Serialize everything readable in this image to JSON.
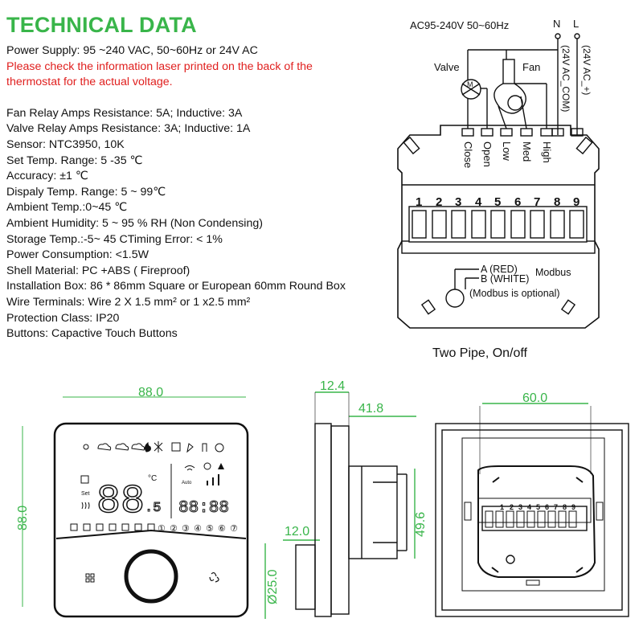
{
  "title": "TECHNICAL DATA",
  "power_supply": "Power Supply: 95 ~240 VAC, 50~60Hz or 24V AC",
  "warning": [
    "Please check the information laser printed on the back of the",
    "thermostat for the actual voltage."
  ],
  "specs": [
    "Fan Relay Amps Resistance: 5A; Inductive: 3A",
    "Valve Relay Amps Resistance: 3A; Inductive: 1A",
    "Sensor: NTC3950, 10K",
    "Set Temp. Range: 5 -35 ℃",
    "Accuracy: ±1 ℃",
    "Dispaly Temp. Range: 5 ~ 99℃",
    "Ambient Temp.:0~45 ℃",
    "Ambient Humidity: 5 ~ 95 % RH (Non Condensing)",
    "Storage Temp.:-5~ 45 CTiming Error: < 1%",
    "Power Consumption: <1.5W",
    "Shell Material: PC +ABS ( Fireproof)",
    "Installation Box: 86 * 86mm Square or European 60mm Round Box",
    "Wire Terminals: Wire 2 X 1.5 mm² or 1 x2.5 mm²",
    "Protection Class: IP20",
    "Buttons: Capactive Touch Buttons"
  ],
  "wiring": {
    "supply": "AC95-240V  50~60Hz",
    "n": "N",
    "l": "L",
    "valve": "Valve",
    "fan": "Fan",
    "valve_symbol": "M",
    "ac_com": "(24V AC_COM)",
    "ac_plus": "(24V AC_+)",
    "terminal_labels": [
      "Close",
      "Open",
      "Low",
      "Med",
      "High"
    ],
    "terminal_numbers": [
      "1",
      "2",
      "3",
      "4",
      "5",
      "6",
      "7",
      "8",
      "9"
    ],
    "modbus_a": "A (RED)",
    "modbus_b": "B (WHITE)",
    "modbus": "Modbus",
    "modbus_note": "(Modbus is optional)",
    "caption": "Two Pipe, On/off"
  },
  "front": {
    "width_dim": "88.0",
    "height_dim": "88.0",
    "set_label": "Set",
    "auto_label": "Auto",
    "temp_digits": "88",
    "unit": "°C",
    "decimal": ".5",
    "clock": "88:88",
    "modes": [
      "①",
      "②",
      "③",
      "④",
      "⑤",
      "⑥",
      "⑦"
    ]
  },
  "side": {
    "dim_12_4": "12.4",
    "dim_41_8": "41.8",
    "dim_12_0": "12.0",
    "dim_49_6": "49.6",
    "dim_25_0": "Ø25.0"
  },
  "back": {
    "width_dim": "60.0",
    "terminal_numbers": [
      "1",
      "2",
      "3",
      "4",
      "5",
      "6",
      "7",
      "8",
      "9"
    ]
  },
  "colors": {
    "accent_green": "#39b54a",
    "warning_red": "#e0201f",
    "dimension_green": "#39b54a"
  }
}
